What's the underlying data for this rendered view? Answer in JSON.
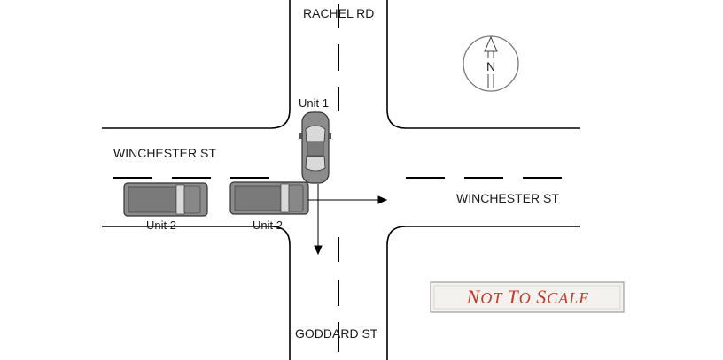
{
  "streets": {
    "north": "RACHEL RD",
    "south": "GODDARD ST",
    "west": "WINCHESTER ST",
    "east": "WINCHESTER ST"
  },
  "units": {
    "unit1": "Unit 1",
    "unit2a": "Unit 2",
    "unit2b": "Unit 2"
  },
  "compass": {
    "letter": "N",
    "icon": "north-arrow-icon"
  },
  "scale_note": {
    "n": "N",
    "ot": "OT ",
    "t": "T",
    "o": "O ",
    "s": "S",
    "cale": "CALE"
  },
  "colors": {
    "road": "#000000",
    "vehicle": "#8c8c8c",
    "vehicle_dark": "#5a5a5a",
    "nts_red": "#c0392b",
    "nts_border": "#7a1a1a"
  }
}
